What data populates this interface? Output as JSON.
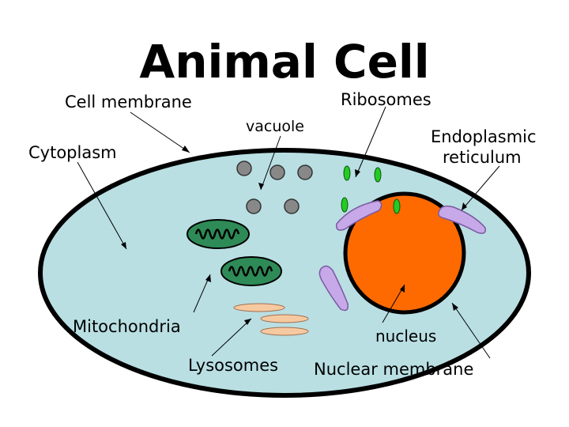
{
  "title": "Animal Cell",
  "labels": {
    "cell_membrane": "Cell membrane",
    "vacuole": "vacuole",
    "ribosomes": "Ribosomes",
    "endoplasmic_line1": "Endoplasmic",
    "endoplasmic_line2": "reticulum",
    "cytoplasm": "Cytoplasm",
    "mitochondria": "Mitochondria",
    "lysosomes": "Lysosomes",
    "nucleus": "nucleus",
    "nuclear_membrane": "Nuclear membrane"
  },
  "colors": {
    "cytoplasm": "#b9dfe3",
    "outline": "#000000",
    "nucleus": "#ff6a00",
    "mitochondria": "#2e8b57",
    "vacuole": "#888888",
    "ribosome": "#22cc22",
    "endoplasmic_reticulum": "#c7a8e8",
    "lysosome": "#f7c9a0"
  }
}
